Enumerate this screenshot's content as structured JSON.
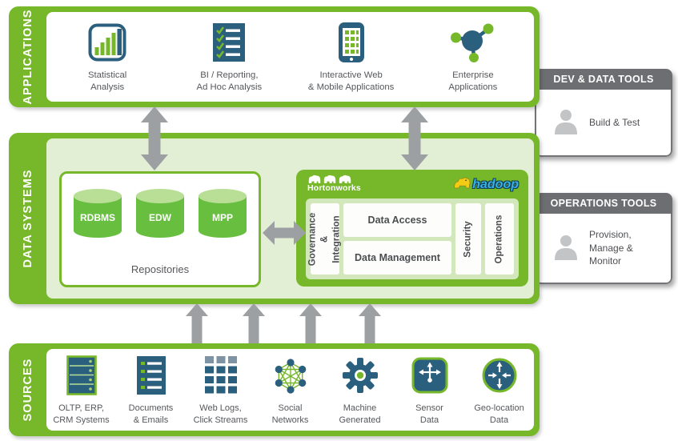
{
  "applications": {
    "label": "APPLICATIONS",
    "items": [
      {
        "icon": "bar-chart",
        "label": "Statistical\nAnalysis"
      },
      {
        "icon": "checklist-report",
        "label": "BI / Reporting,\nAd Hoc Analysis"
      },
      {
        "icon": "mobile-phone",
        "label": "Interactive Web\n& Mobile Applications"
      },
      {
        "icon": "network-node",
        "label": "Enterprise\nApplications"
      }
    ]
  },
  "dev_tools": {
    "title": "DEV & DATA TOOLS",
    "item": {
      "icon": "person",
      "label": "Build & Test"
    }
  },
  "ops_tools": {
    "title": "OPERATIONS TOOLS",
    "item": {
      "icon": "person",
      "label": "Provision,\nManage &\nMonitor"
    }
  },
  "data_systems": {
    "label": "DATA SYSTEMS",
    "repositories": {
      "caption": "Repositories",
      "cylinders": [
        {
          "label": "RDBMS"
        },
        {
          "label": "EDW"
        },
        {
          "label": "MPP"
        }
      ]
    },
    "hadoop": {
      "vendor": "Hortonworks",
      "product": "hadoop",
      "governance": "Governance\n& Integration",
      "data_access": "Data Access",
      "data_management": "Data Management",
      "security": "Security",
      "operations": "Operations"
    }
  },
  "sources": {
    "label": "SOURCES",
    "items": [
      {
        "icon": "server-rack",
        "label": "OLTP, ERP,\nCRM Systems"
      },
      {
        "icon": "document-list",
        "label": "Documents\n& Emails"
      },
      {
        "icon": "grid-blocks",
        "label": "Web Logs,\nClick Streams"
      },
      {
        "icon": "social-graph",
        "label": "Social\nNetworks"
      },
      {
        "icon": "gear",
        "label": "Machine\nGenerated"
      },
      {
        "icon": "sensor-branch",
        "label": "Sensor\nData"
      },
      {
        "icon": "geo-converge",
        "label": "Geo-location\nData"
      }
    ]
  },
  "colors": {
    "green": "#76b82a",
    "light_green": "#e3efd5",
    "panel_green": "#d3e7bd",
    "navy": "#2b5f7e",
    "arrow_gray": "#9da0a3",
    "header_gray": "#6d6e71",
    "text_gray": "#4d4f53",
    "hadoop_blue": "#35b1e4",
    "hadoop_yellow": "#f2cc14"
  }
}
